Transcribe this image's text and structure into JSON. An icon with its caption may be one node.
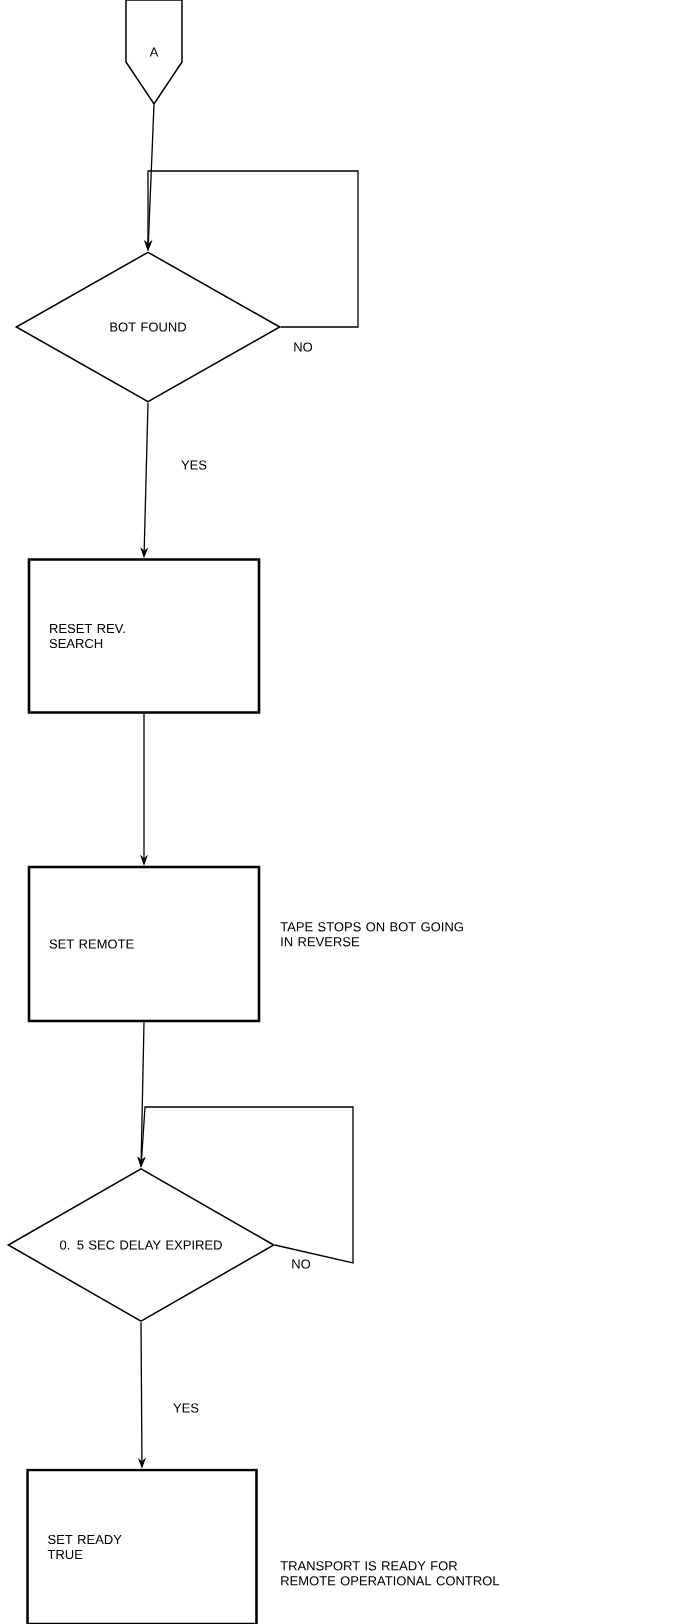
{
  "diagram": {
    "nodes": [
      {
        "text": [
          "A"
        ]
      },
      {
        "text": [
          "BOT FOUND"
        ]
      },
      {
        "text": [
          "RESET REV. SEARCH"
        ]
      },
      {
        "text": [
          "SET REMOTE"
        ],
        "beside": [
          "TAPE STOPS ON BOT GOING IN REVERSE"
        ]
      },
      {
        "text": [
          "0. 5 SEC DELAY EXPIRED"
        ]
      },
      {
        "text": [
          "SET READY TRUE"
        ],
        "beside": [
          "TRANSPORT IS READY FOR REMOTE OPERATIONAL CONTROL"
        ]
      }
    ],
    "edges": [
      {
        "from": 0,
        "to": 1,
        "arrow": "to"
      },
      {
        "from": 1,
        "to": 1,
        "arrow": "to",
        "label": "NO"
      },
      {
        "from": 1,
        "to": 2,
        "arrow": "to",
        "label": "YES"
      },
      {
        "from": 2,
        "to": 3,
        "arrow": "to"
      },
      {
        "from": 3,
        "to": 4,
        "arrow": "to"
      },
      {
        "from": 4,
        "to": 4,
        "arrow": "to",
        "label": "NO"
      },
      {
        "from": 4,
        "to": 5,
        "arrow": "to",
        "label": "YES"
      }
    ]
  }
}
